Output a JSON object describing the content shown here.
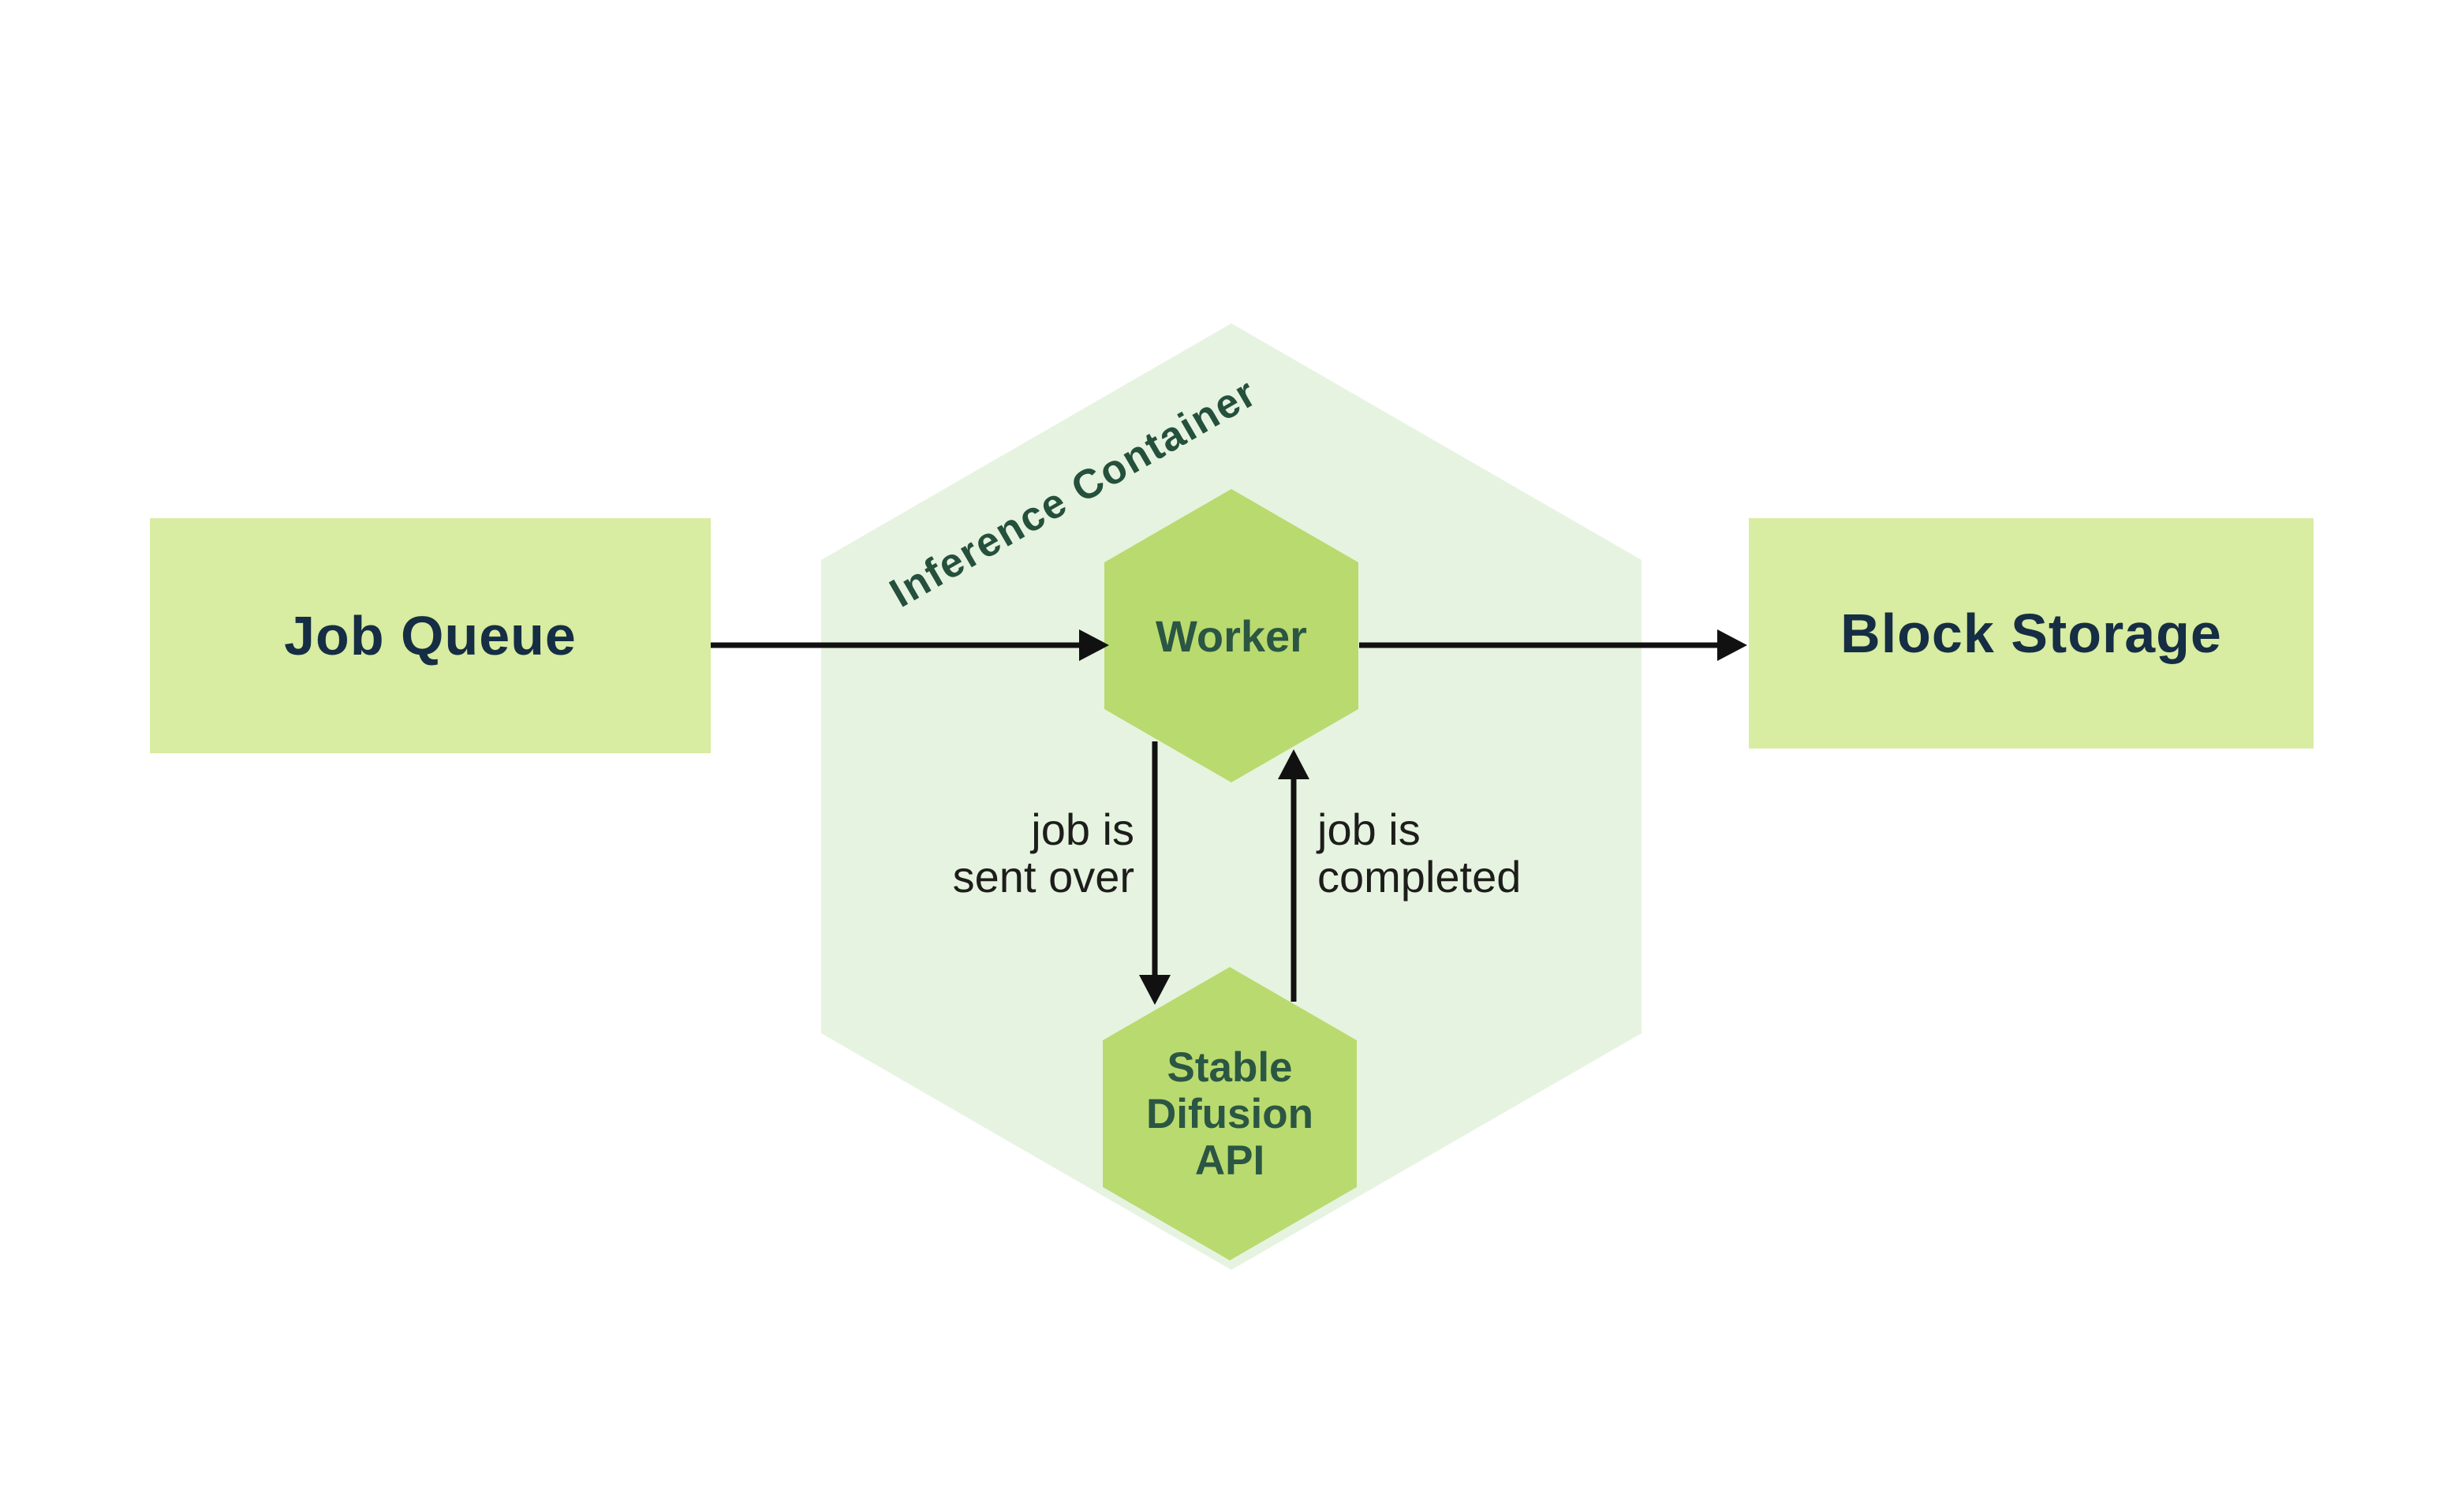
{
  "diagram": {
    "job_queue": {
      "label": "Job Queue"
    },
    "block_storage": {
      "label": "Block Storage"
    },
    "inference_container": {
      "label": "Inference Container"
    },
    "worker": {
      "label": "Worker"
    },
    "stable_diffusion": {
      "lines": [
        "Stable",
        "Difusion",
        "API"
      ]
    },
    "edges": {
      "job_queue_to_worker": {
        "from": "Job Queue",
        "to": "Worker",
        "label": ""
      },
      "worker_to_block_storage": {
        "from": "Worker",
        "to": "Block Storage",
        "label": ""
      },
      "worker_to_stable": {
        "from": "Worker",
        "to": "Stable Difusion API",
        "line1": "job is",
        "line2": "sent over"
      },
      "stable_to_worker": {
        "from": "Stable Difusion API",
        "to": "Worker",
        "line1": "job is",
        "line2": "completed"
      }
    }
  },
  "colors": {
    "canvas_bg": "#ffffff",
    "box_fill": "#d8eca2",
    "box_text": "#152e44",
    "container_fill": "#e6f3e0",
    "container_text": "#24503c",
    "node_fill": "#b9da6e",
    "node_text": "#2b5643",
    "arrow": "#111111",
    "edge_label_text": "#1d1d1b"
  }
}
